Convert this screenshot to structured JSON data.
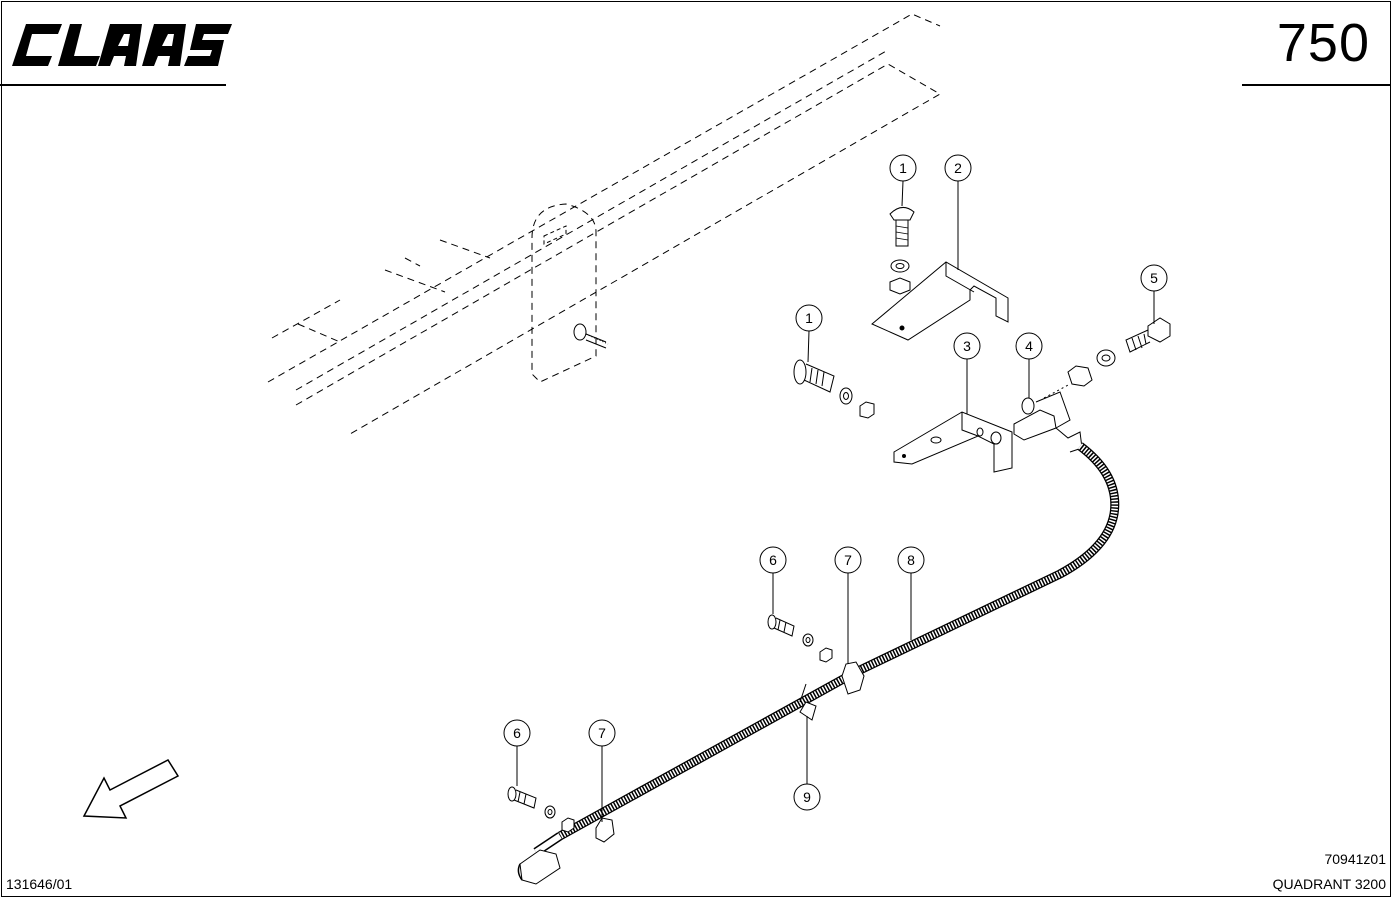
{
  "header": {
    "brand": "CLAAS",
    "page_number": "750"
  },
  "footer": {
    "document_id": "131646/01",
    "drawing_id": "70941z01",
    "model": "QUADRANT 3200"
  },
  "callouts": [
    "1",
    "2",
    "1",
    "3",
    "4",
    "5",
    "6",
    "7",
    "8",
    "6",
    "7",
    "9"
  ],
  "icons": {
    "direction_arrow": "arrow-down-left-icon"
  }
}
